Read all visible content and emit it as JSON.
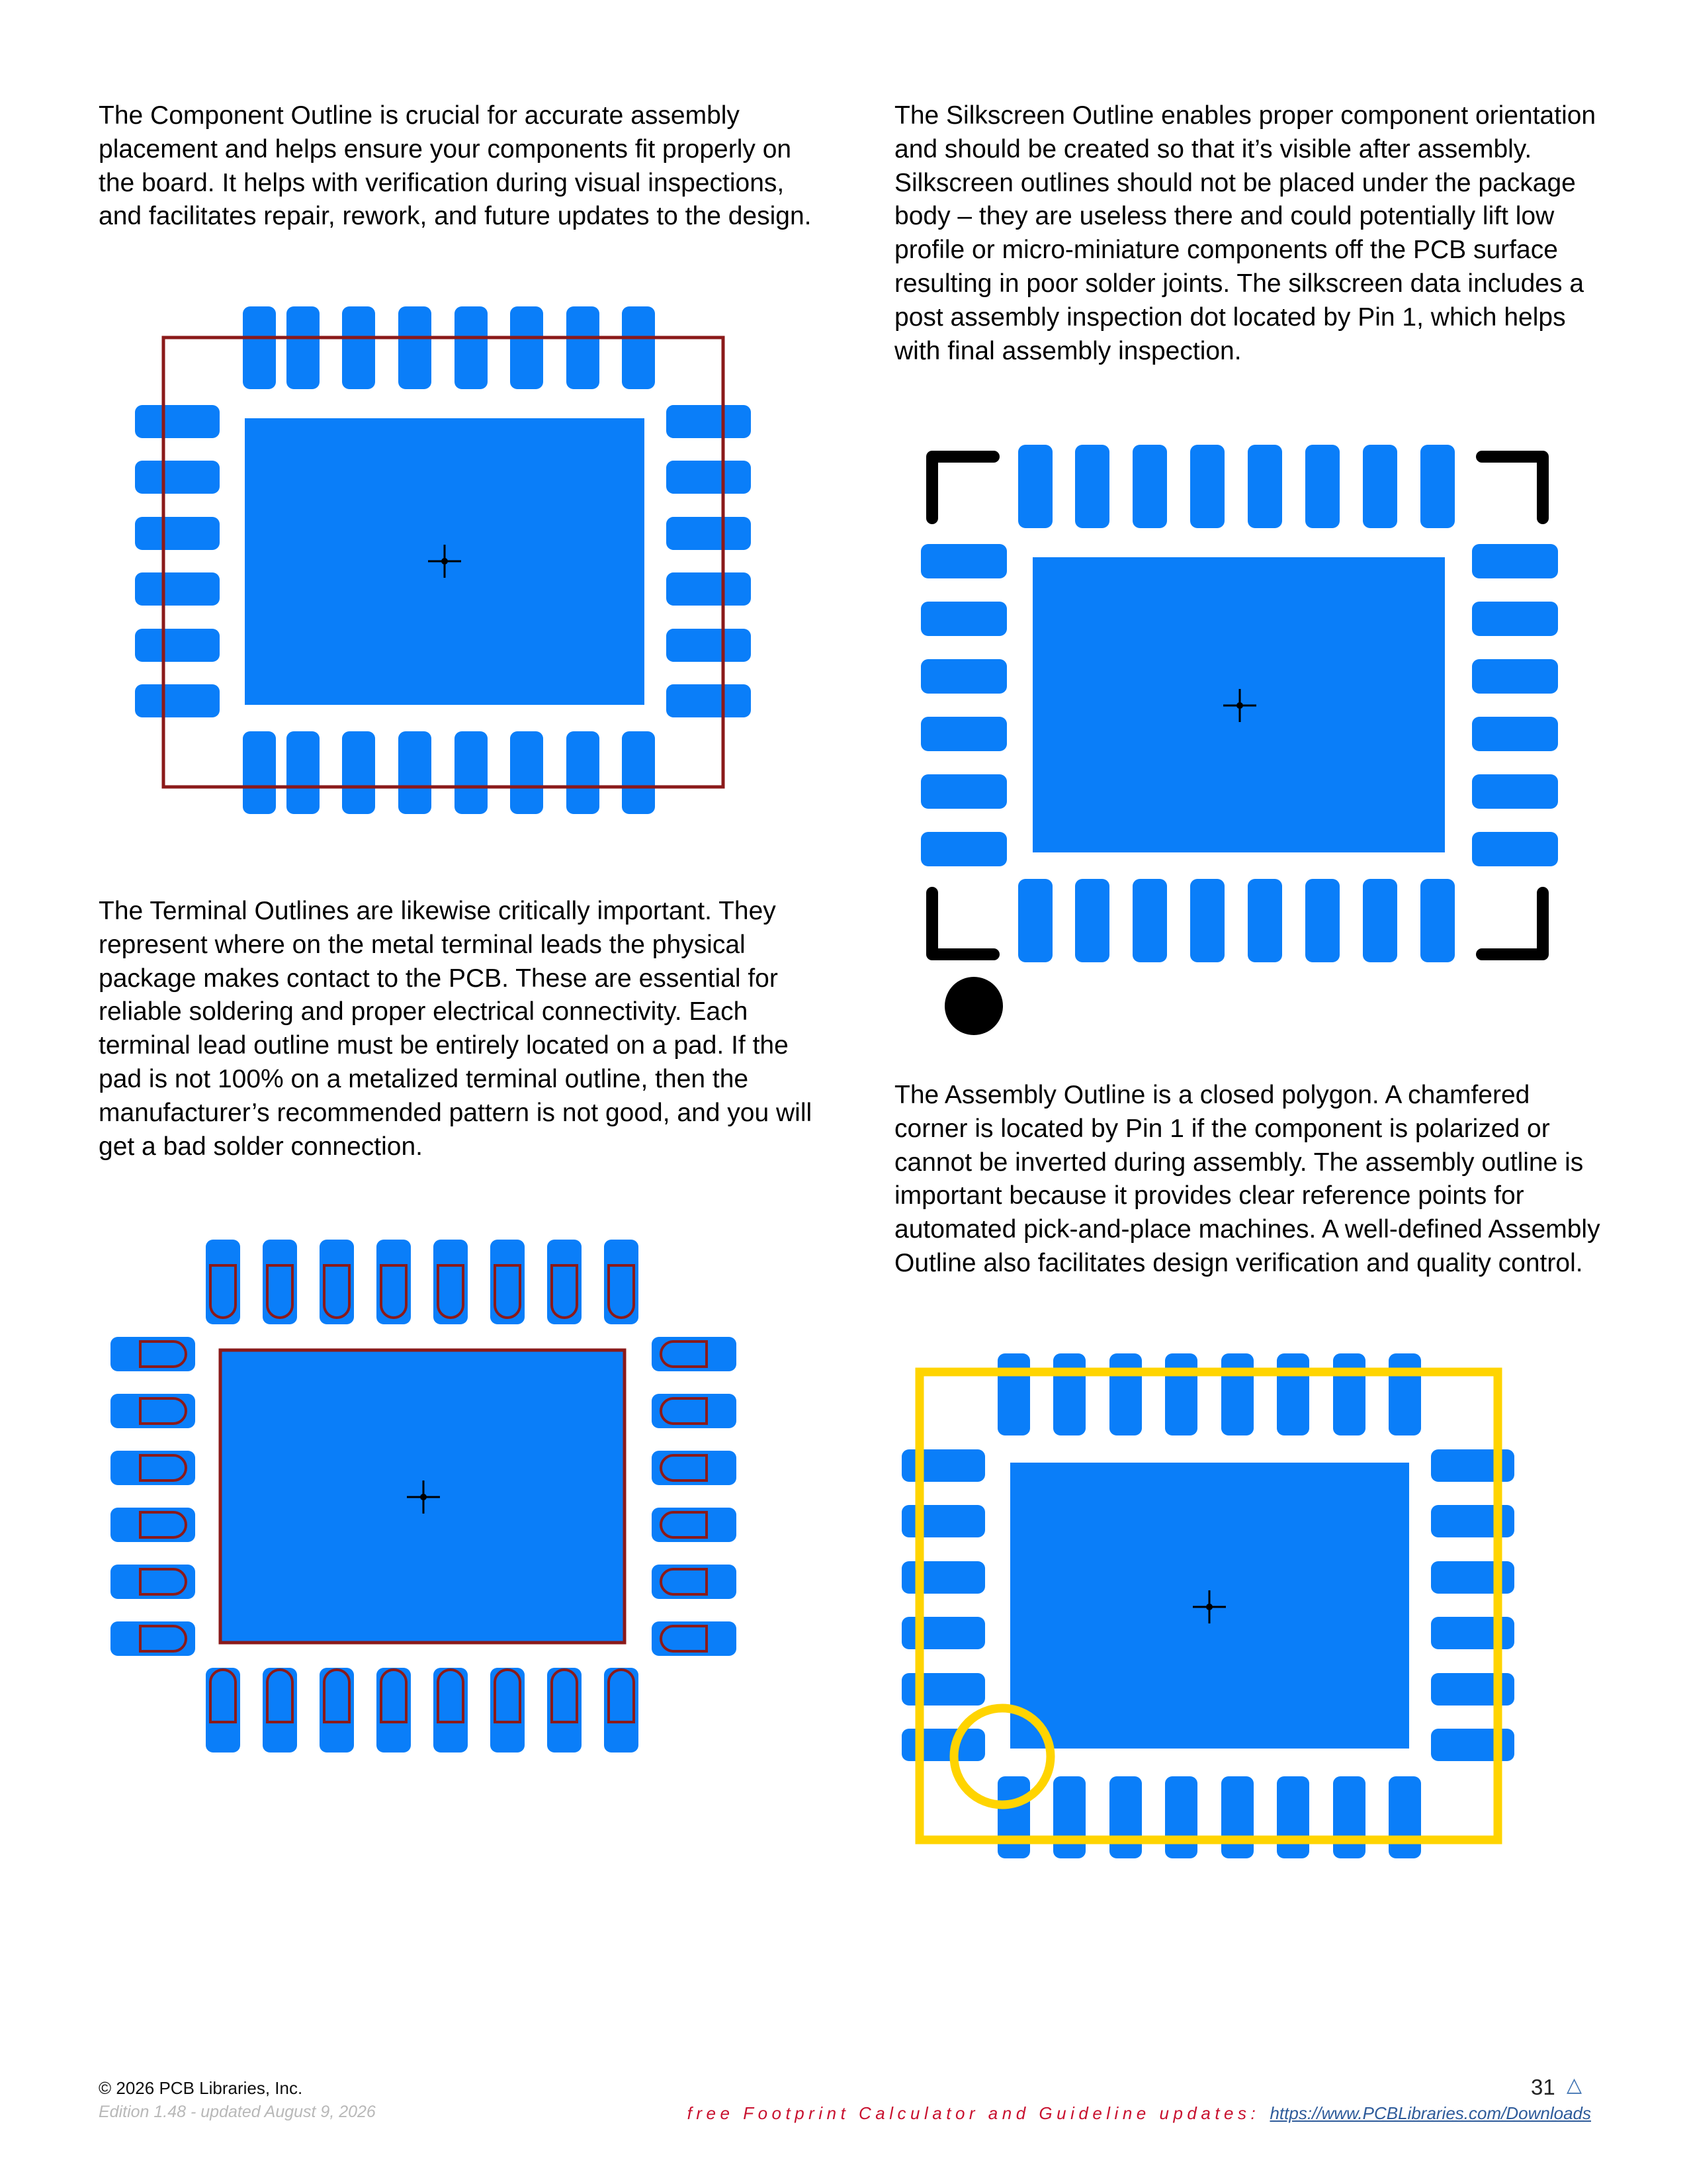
{
  "paragraphs": {
    "component_outline": "The Component Outline is crucial for accurate assembly placement and helps ensure your components fit properly on the board. It helps with verification during visual inspections, and facilitates repair, rework, and future updates to the design.",
    "silkscreen_outline": "The Silkscreen Outline enables proper component orientation and should be created so that it’s visible after assembly. Silkscreen outlines should not be placed under the package body – they are useless there and could potentially lift low profile or micro-miniature components off the PCB surface resulting in poor solder joints. The silkscreen data includes a post assembly inspection dot located by Pin 1, which helps with final assembly inspection.",
    "terminal_outlines": "The Terminal Outlines are likewise critically important. They represent where on the metal terminal leads the physical package makes contact to the PCB. These are essential for reliable soldering and proper electrical connectivity. Each terminal lead outline must be entirely located on a pad. If the pad is not 100% on a metalized terminal outline, then the manufacturer’s recommended pattern is not good, and you will get a bad solder connection.",
    "assembly_outline": "The Assembly Outline is a closed polygon. A chamfered corner is located by Pin 1 if the component is polarized or cannot be inverted during assembly. The assembly outline is important because it provides clear reference points for automated pick-and-place machines. A well-defined Assembly Outline also facilitates design verification and quality control."
  },
  "figures": {
    "pad_color": "#0a7ef9",
    "component_outline_color": "#8b1a1a",
    "terminal_outline_color": "#8b1a1a",
    "silkscreen_color": "#000000",
    "assembly_outline_color": "#ffd400",
    "pads_per_side_top_bottom": 8,
    "pads_per_side_left_right": 6
  },
  "footer": {
    "copyright": "© 2026 PCB Libraries, Inc.",
    "edition": "Edition 1.48 - updated August 9, 2026",
    "page_number": "31",
    "page_icon": "triangle-up-icon",
    "promo_text": "free Footprint Calculator and Guideline updates:",
    "promo_link": "https://www.PCBLibraries.com/Downloads"
  }
}
